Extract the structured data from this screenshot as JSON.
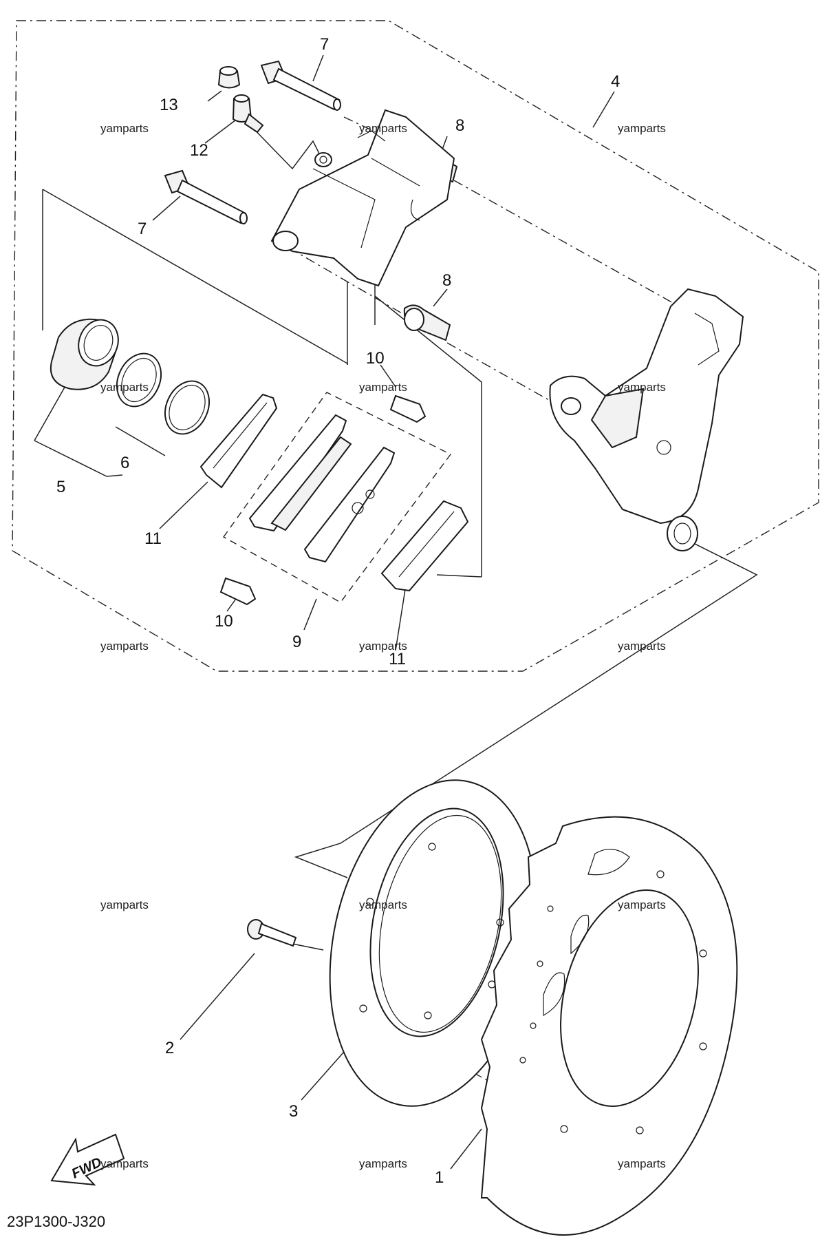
{
  "diagram": {
    "drawing_code": "23P1300-J320",
    "fwd_label": "FWD",
    "watermark": "yamparts",
    "callouts": {
      "c1": "1",
      "c2": "2",
      "c3": "3",
      "c4": "4",
      "c5": "5",
      "c6": "6",
      "c7a": "7",
      "c7b": "7",
      "c8a": "8",
      "c8b": "8",
      "c9": "9",
      "c10a": "10",
      "c10b": "10",
      "c11a": "11",
      "c11b": "11",
      "c12": "12",
      "c13": "13"
    }
  }
}
